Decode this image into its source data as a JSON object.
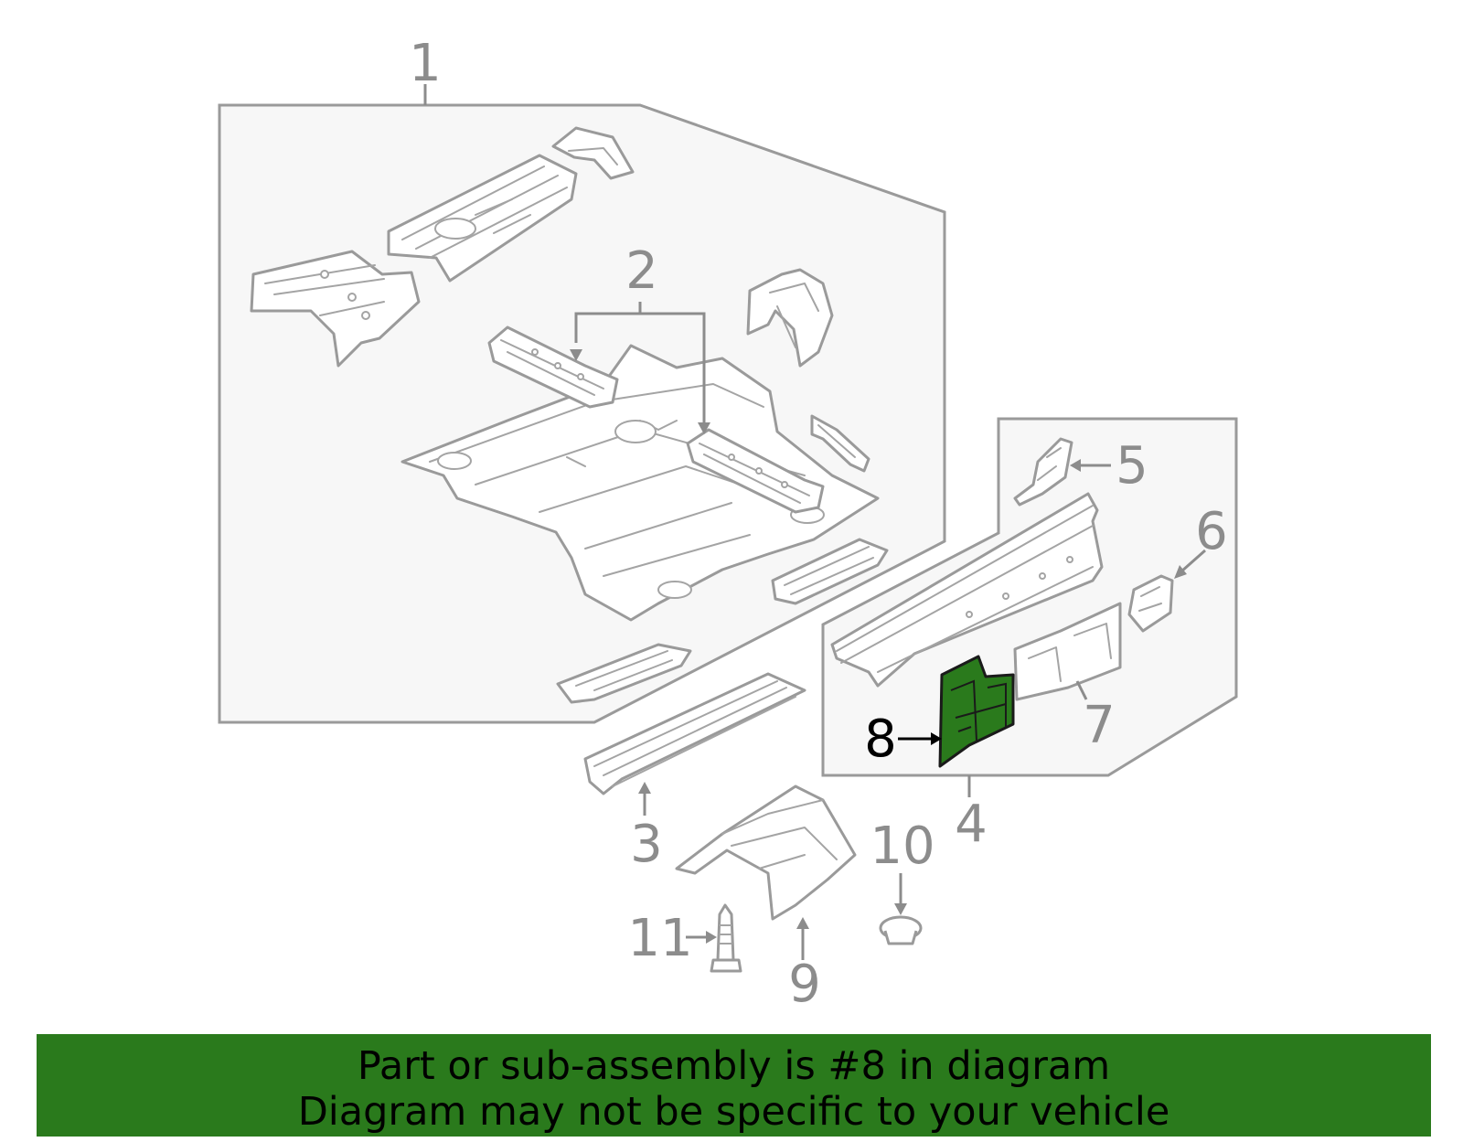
{
  "diagram": {
    "callouts": [
      {
        "number": "1"
      },
      {
        "number": "2"
      },
      {
        "number": "3"
      },
      {
        "number": "4"
      },
      {
        "number": "5"
      },
      {
        "number": "6"
      },
      {
        "number": "7"
      },
      {
        "number": "8"
      },
      {
        "number": "9"
      },
      {
        "number": "10"
      },
      {
        "number": "11"
      }
    ],
    "highlighted_part": "8",
    "colors": {
      "highlight": "#2a7a1c",
      "line": "#9a9a9a",
      "group_box_fill": "#f7f7f7"
    }
  },
  "banner": {
    "line1": "Part or sub-assembly is #8 in diagram",
    "line2": "Diagram may not be specific to your vehicle"
  }
}
